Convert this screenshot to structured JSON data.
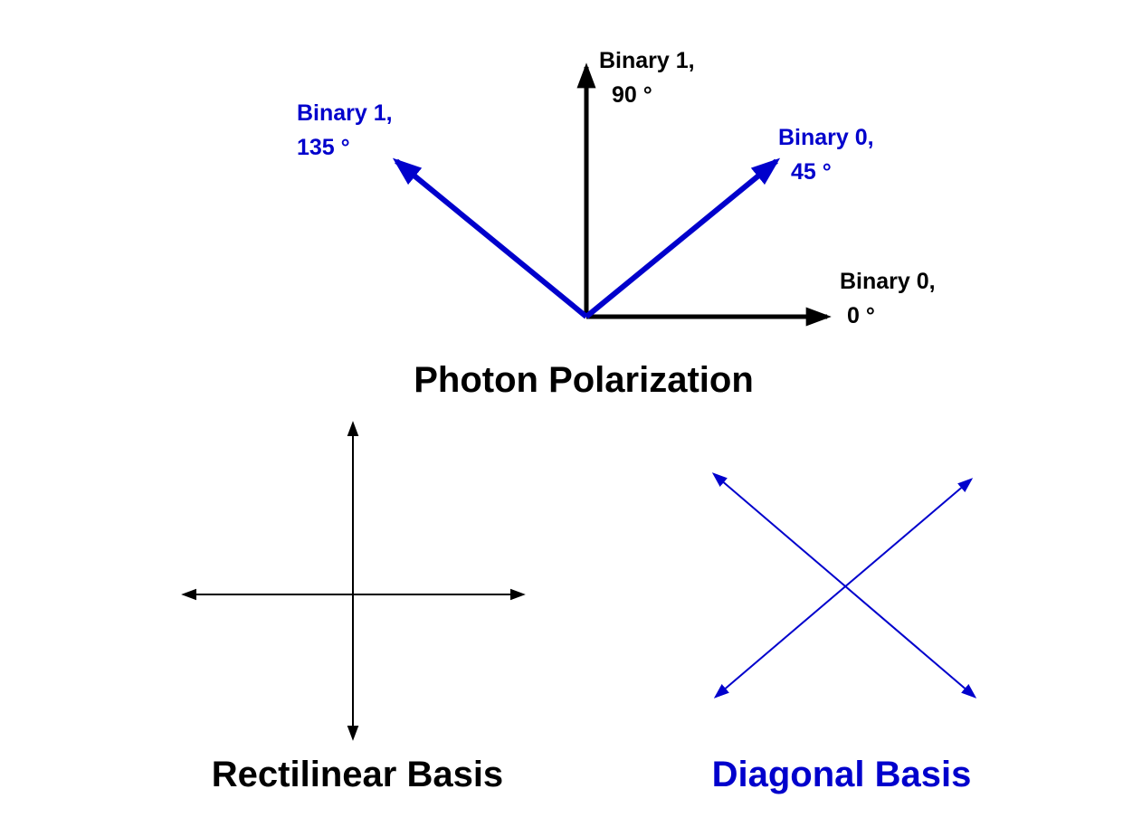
{
  "colors": {
    "black": "#000000",
    "blue": "#0000cc"
  },
  "photon_polarization": {
    "title": "Photon Polarization",
    "arrow_90": {
      "line1": "Binary 1,",
      "line2": "90 °"
    },
    "arrow_45": {
      "line1": "Binary 0,",
      "line2": "45 °"
    },
    "arrow_135": {
      "line1": "Binary 1,",
      "line2": "135 °"
    },
    "arrow_0": {
      "line1": "Binary 0,",
      "line2": "0 °"
    }
  },
  "rectilinear_basis": {
    "label": "Rectilinear Basis"
  },
  "diagonal_basis": {
    "label": "Diagonal Basis"
  }
}
